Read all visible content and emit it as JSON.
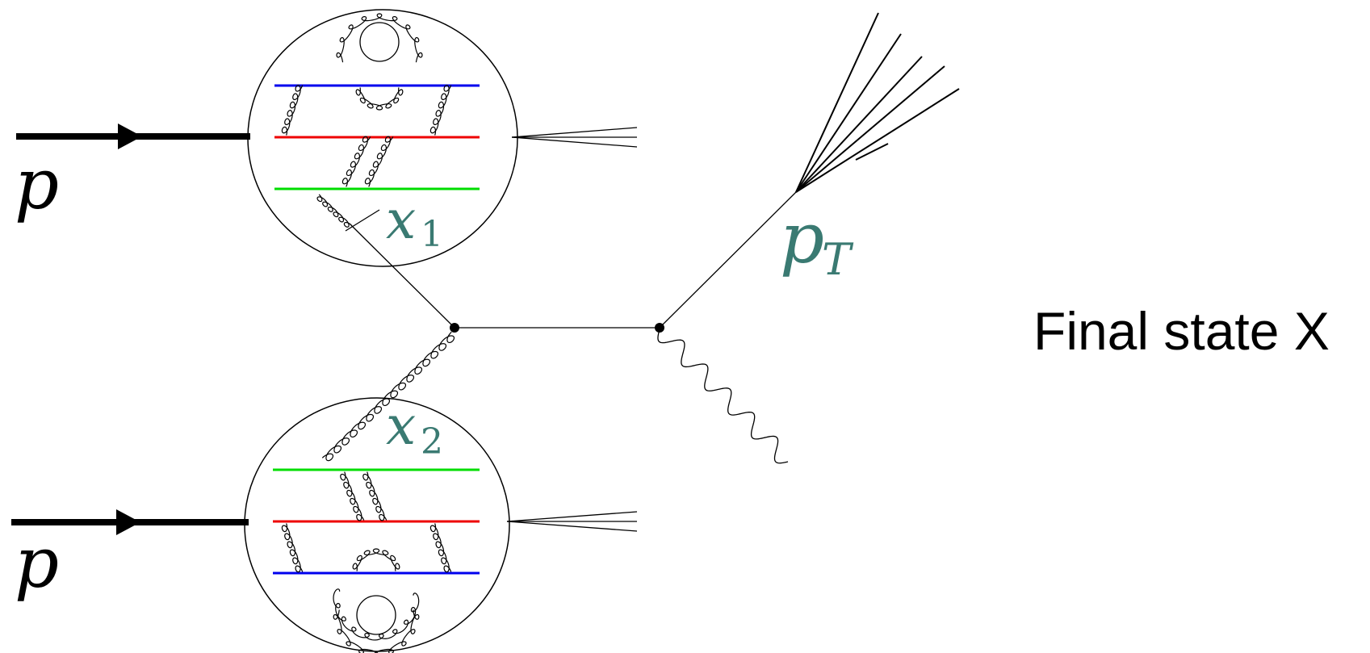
{
  "colors": {
    "quark_top": "#0000ee",
    "quark_mid": "#ee0000",
    "quark_bottom": "#00dd00",
    "label_teal": "#3a7a72",
    "ink": "#000000"
  },
  "labels": {
    "proton_top": "p",
    "proton_bottom": "p",
    "x1_var": "x",
    "x1_sub": "1",
    "x2_var": "x",
    "x2_sub": "2",
    "pt_var": "p",
    "pt_sub": "T",
    "final_state": "Final state X"
  }
}
